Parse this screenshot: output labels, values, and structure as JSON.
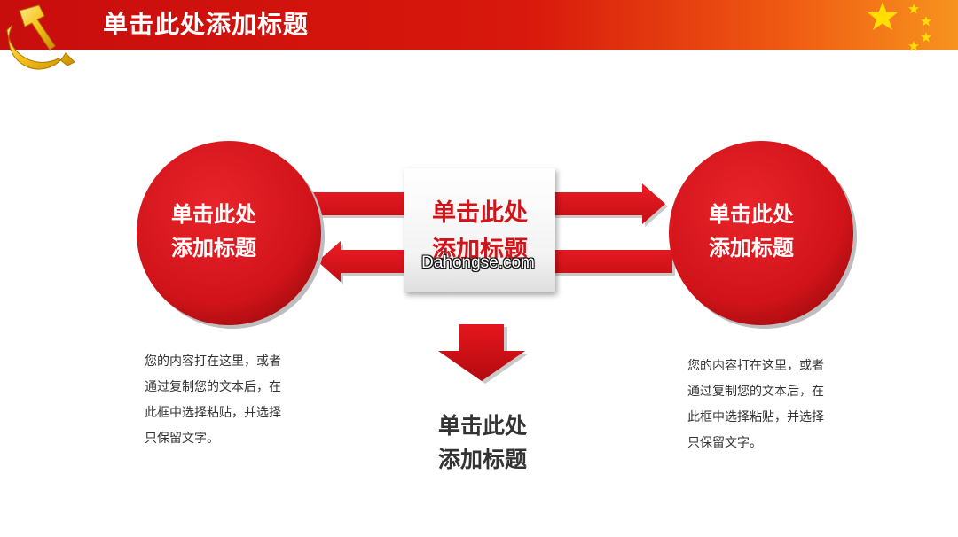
{
  "header": {
    "title": "单击此处添加标题",
    "emblem_icon": "hammer-sickle-icon",
    "star_icon": "star-icon"
  },
  "diagram": {
    "left_circle": {
      "line1": "单击此处",
      "line2": "添加标题"
    },
    "right_circle": {
      "line1": "单击此处",
      "line2": "添加标题"
    },
    "center_box": {
      "line1": "单击此处",
      "line2": "添加标题"
    },
    "watermark": "Dahongse.com",
    "bottom": {
      "line1": "单击此处",
      "line2": "添加标题"
    },
    "left_text": [
      "您的内容打在这里，或者",
      "通过复制您的文本后，在",
      "此框中选择粘贴，并选择",
      "只保留文字。"
    ],
    "right_text": [
      "您的内容打在这里，或者",
      "通过复制您的文本后，在",
      "此框中选择粘贴，并选择",
      "只保留文字。"
    ]
  },
  "colors": {
    "primary_red": "#d1141a",
    "header_orange": "#f7931e",
    "star_yellow": "#ffde00",
    "text_dark": "#333333"
  }
}
